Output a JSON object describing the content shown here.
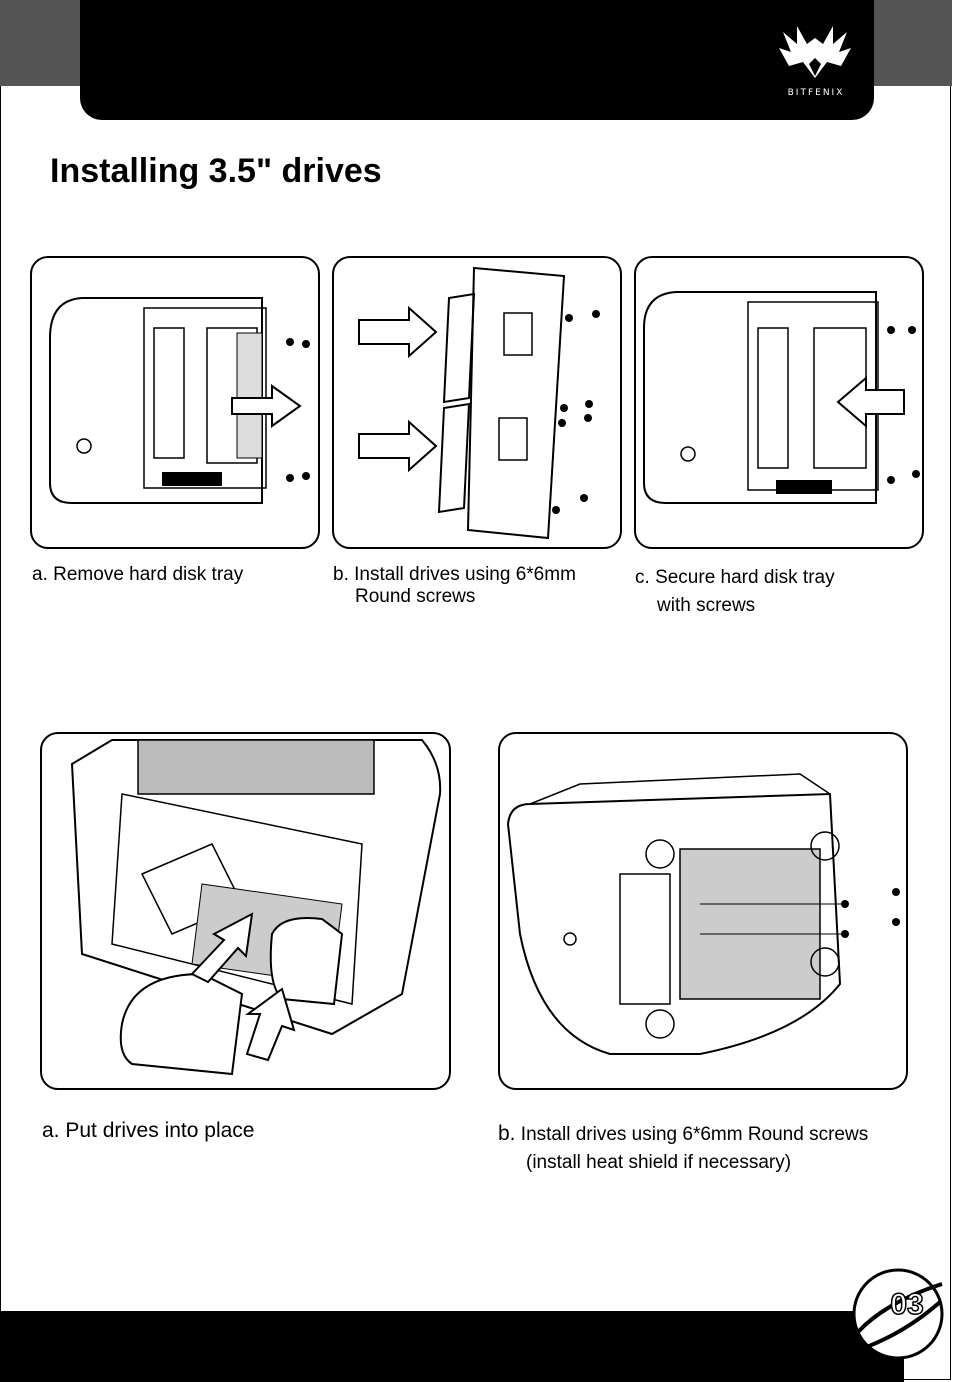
{
  "header": {
    "brand_logo_text": "BITFENIX"
  },
  "page": {
    "title": "Installing 3.5\" drives",
    "page_number": "03"
  },
  "steps_top": [
    {
      "letter": "a.",
      "text": "Remove hard disk tray",
      "text_cont": ""
    },
    {
      "letter": "b.",
      "text": "Install drives using 6*6mm",
      "text_cont": "Round screws"
    },
    {
      "letter": "c.",
      "text": "Secure hard disk tray",
      "text_cont": "with screws"
    }
  ],
  "steps_bottom": [
    {
      "letter": "a.",
      "text": "Put drives into place",
      "text_cont": ""
    },
    {
      "letter": "b.",
      "text": "Install drives using 6*6mm Round screws",
      "text_cont": "(install heat shield if necessary)"
    }
  ],
  "colors": {
    "header_black": "#000000",
    "corner_gray": "#555555",
    "line_art": "#000000"
  }
}
